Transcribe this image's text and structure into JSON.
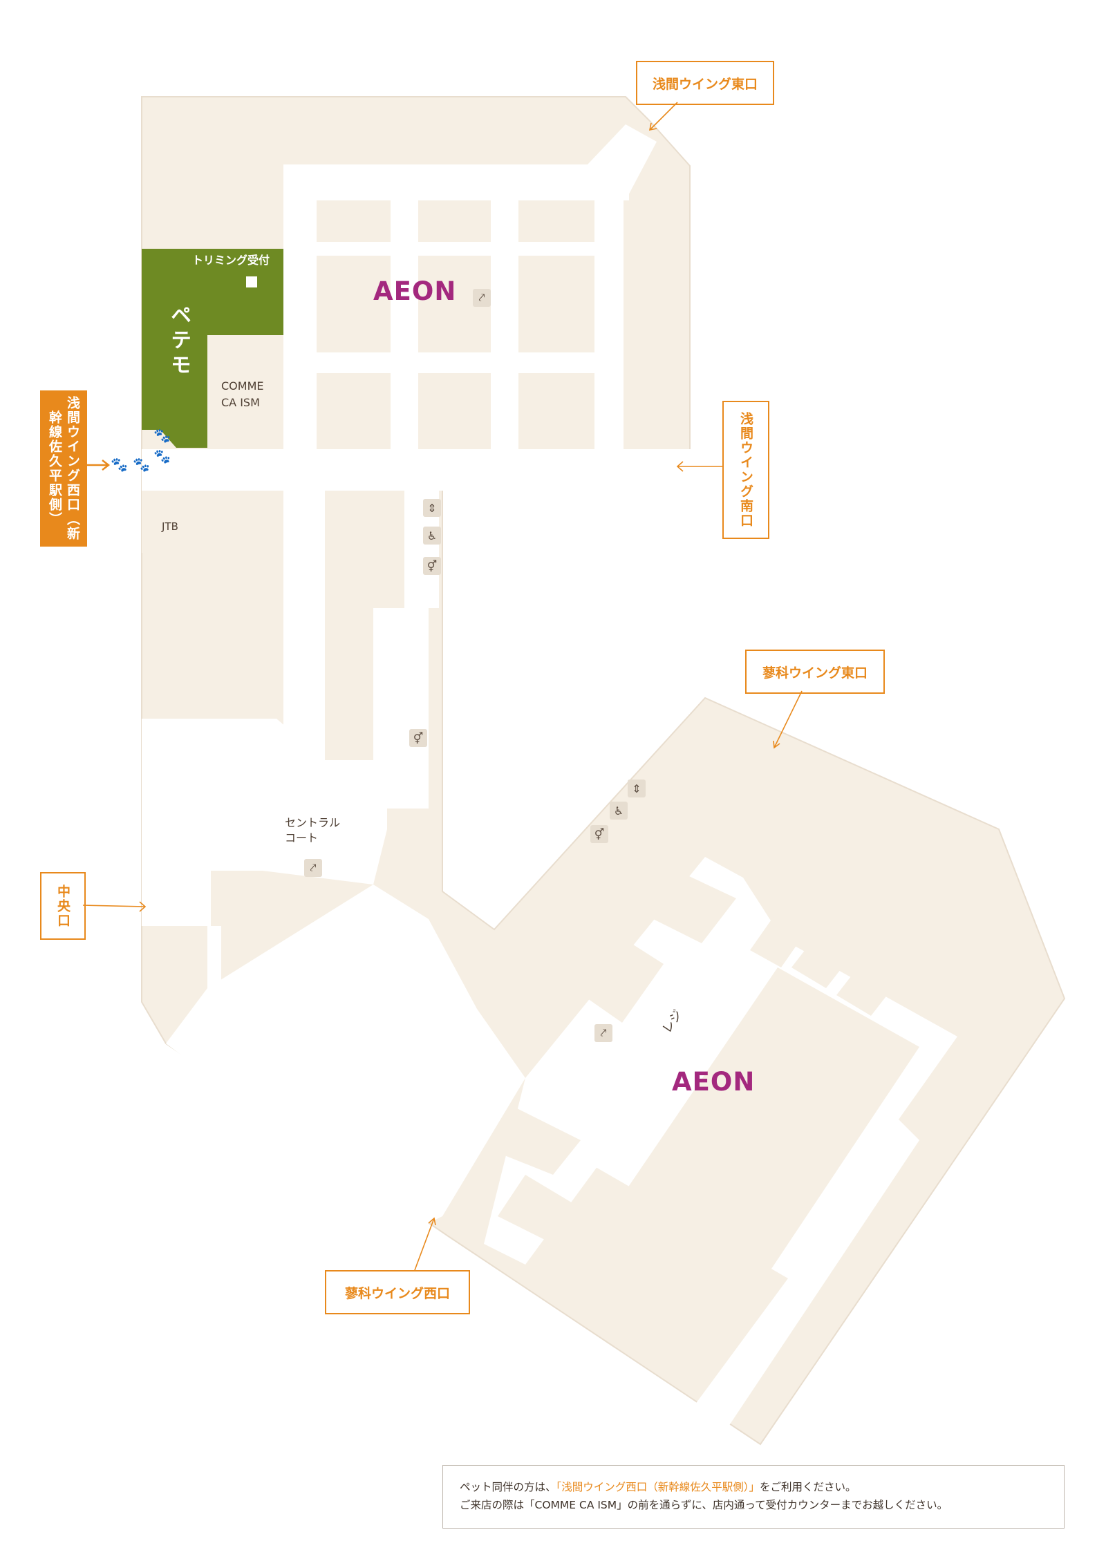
{
  "entrances": {
    "asama_east": "浅間ウイング東口",
    "asama_west": "浅間ウイング西口（新幹線佐久平駅側）",
    "asama_south": "浅間ウイング南口",
    "tateshina_east": "蓼科ウイング東口",
    "central": "中央口",
    "tateshina_west": "蓼科ウイング西口"
  },
  "shops": {
    "petemo": "ペテモ",
    "trimming": "トリミング受付",
    "comme_ca_line1": "COMME",
    "comme_ca_line2": "CA ISM",
    "jtb": "JTB",
    "aeon_north": "AEON",
    "aeon_south": "AEON",
    "central_court_line1": "セントラル",
    "central_court_line2": "コート",
    "register": "レジ"
  },
  "icons": {
    "escalator": "escalator-icon",
    "elevator": "elevator-icon",
    "restroom": "restroom-icon",
    "wheelchair": "wheelchair-icon",
    "paw": "paw-icon"
  },
  "note": {
    "line1_prefix": "ペット同伴の方は、",
    "line1_highlight": "「浅間ウイング西口（新幹線佐久平駅側）」",
    "line1_suffix": "をご利用ください。",
    "line2": "ご来店の際は「COMME CA ISM」の前を通らずに、店内通って受付カウンターまでお越しください。"
  },
  "colors": {
    "shop_fill": "#f6efe4",
    "corridor": "#ffffff",
    "petemo_green": "#6e8a23",
    "accent_orange": "#e8891c",
    "aeon_purple": "#a3287e"
  }
}
